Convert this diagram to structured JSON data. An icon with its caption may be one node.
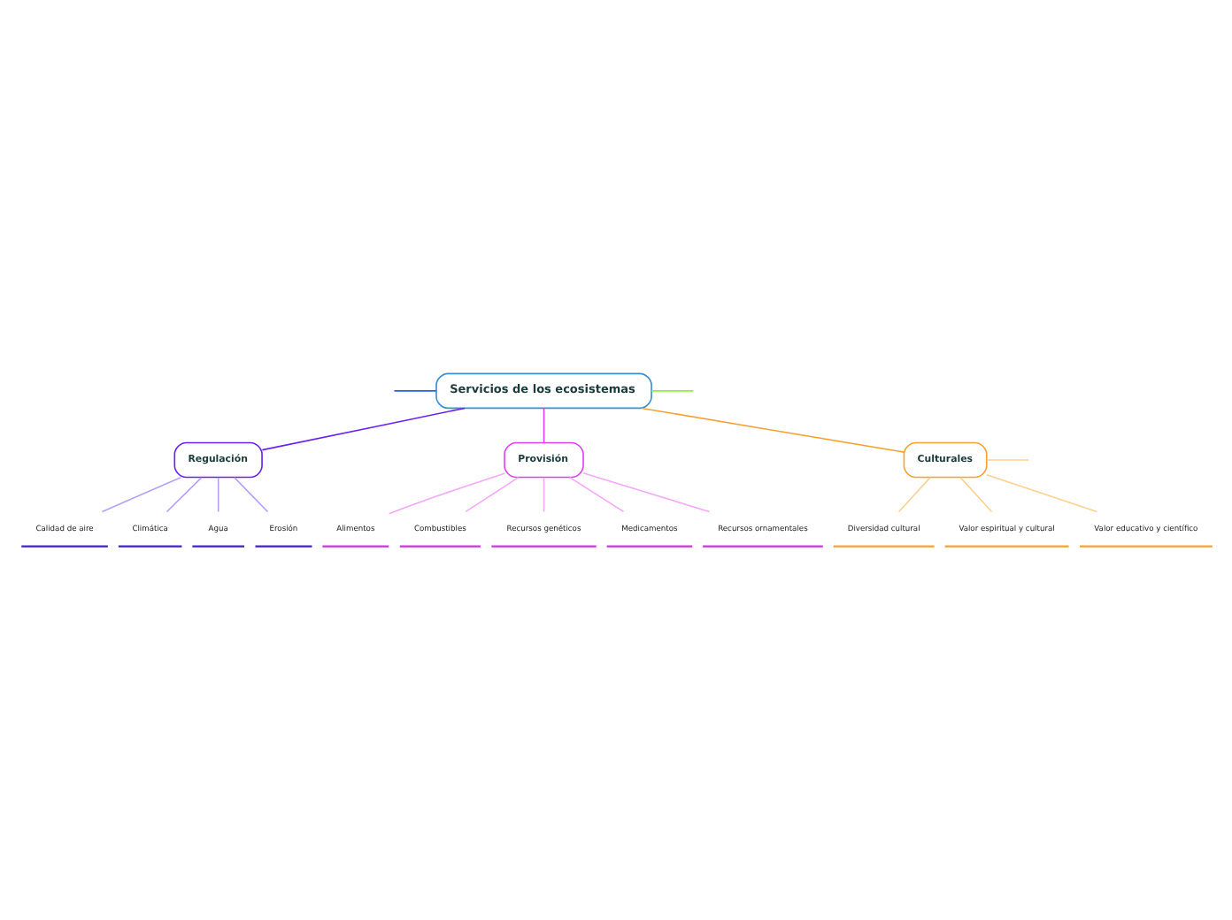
{
  "diagram": {
    "nodes": [
      {
        "text": [
          "Servicios de los ecosistemas"
        ]
      },
      {
        "text": [
          "Regulación"
        ]
      },
      {
        "text": [
          "Provisión"
        ]
      },
      {
        "text": [
          "Culturales"
        ]
      },
      {
        "text": [
          "Calidad de aire"
        ]
      },
      {
        "text": [
          "Climática"
        ]
      },
      {
        "text": [
          "Agua"
        ]
      },
      {
        "text": [
          "Erosión"
        ]
      },
      {
        "text": [
          "Alimentos"
        ]
      },
      {
        "text": [
          "Combustibles"
        ]
      },
      {
        "text": [
          "Recursos genéticos"
        ]
      },
      {
        "text": [
          "Medicamentos"
        ]
      },
      {
        "text": [
          "Recursos ornamentales"
        ]
      },
      {
        "text": [
          "Diversidad cultural"
        ]
      },
      {
        "text": [
          "Valor espiritual y cultural"
        ]
      },
      {
        "text": [
          "Valor educativo y científico"
        ]
      }
    ],
    "edges": [
      {
        "from": 0,
        "to": null,
        "arrow": "none",
        "color": "#2060f0"
      },
      {
        "from": 0,
        "to": 1,
        "arrow": "none",
        "color": "#6a20f0"
      },
      {
        "from": 0,
        "to": 2,
        "arrow": "none",
        "color": "#e040f0"
      },
      {
        "from": 0,
        "to": 3,
        "arrow": "none",
        "color": "#f8a030"
      },
      {
        "from": 0,
        "to": null,
        "arrow": "none",
        "color": "#90f030"
      },
      {
        "from": 1,
        "to": 4,
        "arrow": "none",
        "color": "#b8a0f8"
      },
      {
        "from": 1,
        "to": 5,
        "arrow": "none",
        "color": "#b8a0f8"
      },
      {
        "from": 1,
        "to": 6,
        "arrow": "none",
        "color": "#b8a0f8"
      },
      {
        "from": 1,
        "to": 7,
        "arrow": "none",
        "color": "#b8a0f8"
      },
      {
        "from": 2,
        "to": 8,
        "arrow": "none",
        "color": "#f4a8f8"
      },
      {
        "from": 2,
        "to": 9,
        "arrow": "none",
        "color": "#f4a8f8"
      },
      {
        "from": 2,
        "to": 10,
        "arrow": "none",
        "color": "#f4a8f8"
      },
      {
        "from": 2,
        "to": 11,
        "arrow": "none",
        "color": "#f4a8f8"
      },
      {
        "from": 2,
        "to": 12,
        "arrow": "none",
        "color": "#f4a8f8"
      },
      {
        "from": 3,
        "to": 13,
        "arrow": "none",
        "color": "#fcd090"
      },
      {
        "from": 3,
        "to": 14,
        "arrow": "none",
        "color": "#fcd090"
      },
      {
        "from": 3,
        "to": 15,
        "arrow": "none",
        "color": "#fcd090"
      },
      {
        "from": 3,
        "to": null,
        "arrow": "none",
        "color": "#fcd090"
      }
    ]
  }
}
